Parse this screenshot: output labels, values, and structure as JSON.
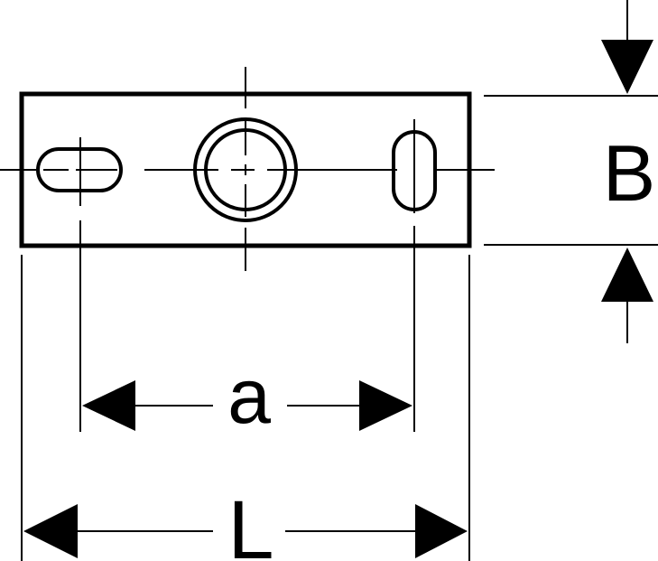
{
  "diagram": {
    "labels": {
      "width_B": "B",
      "hole_spacing_a": "a",
      "length_L": "L"
    },
    "stroke_color": "#000000",
    "background_color": "#ffffff"
  }
}
